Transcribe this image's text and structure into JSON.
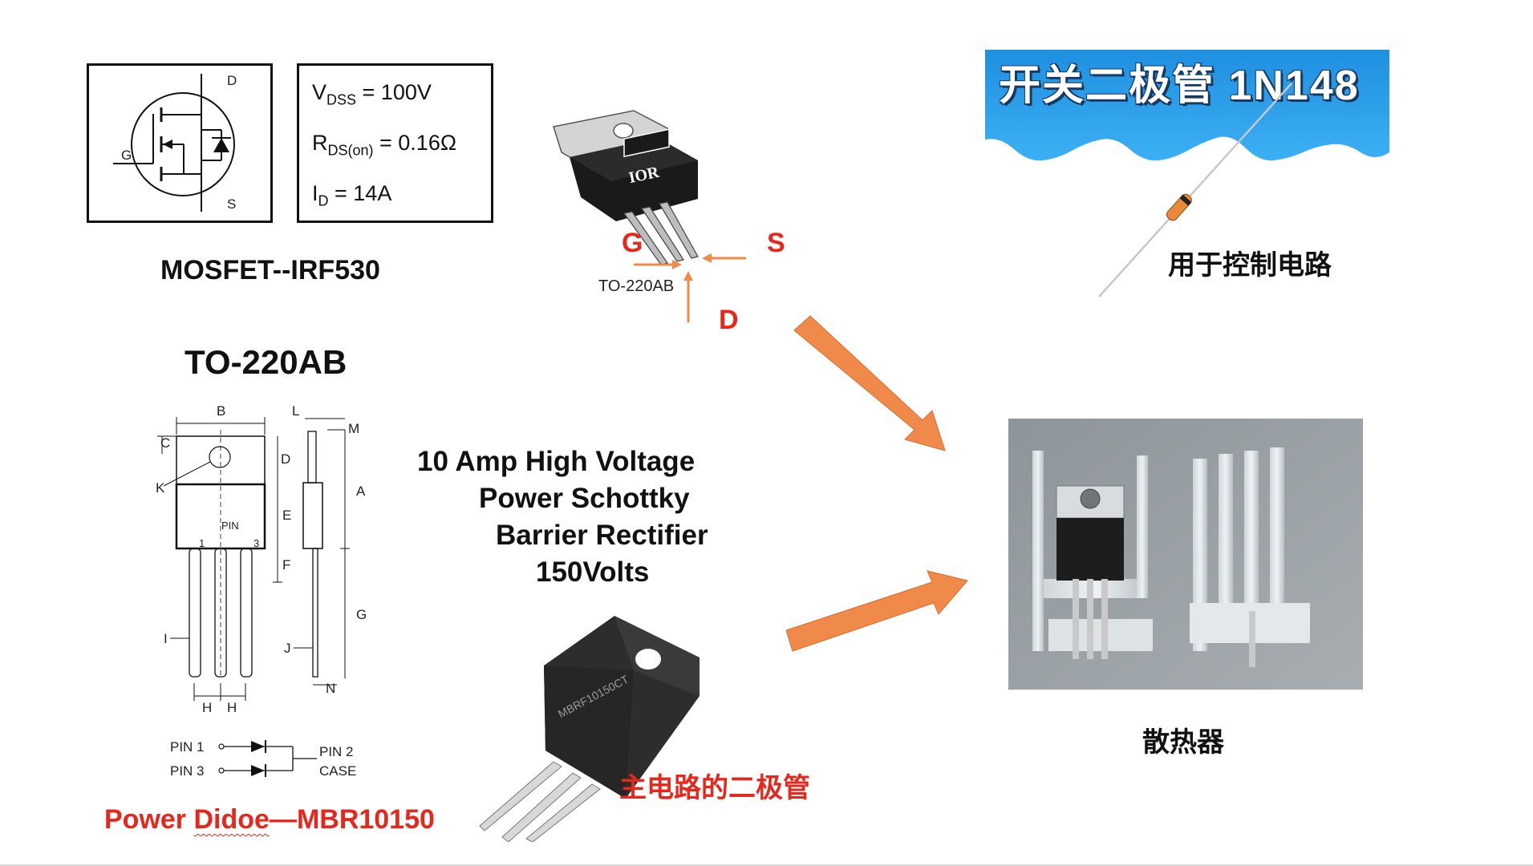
{
  "mosfet": {
    "symbol_labels": {
      "drain": "D",
      "gate": "G",
      "source": "S"
    },
    "specs": [
      {
        "sym": "V",
        "sub": "DSS",
        "rest": " = 100V"
      },
      {
        "sym": "R",
        "sub": "DS(on)",
        "rest": " = 0.16Ω"
      },
      {
        "sym": "I",
        "sub": "D",
        "rest": " = 14A"
      }
    ],
    "title": "MOSFET--IRF530"
  },
  "package_photo": {
    "logo": "IOR",
    "label": "TO-220AB",
    "pins": {
      "gate": "G",
      "source": "S",
      "drain": "D"
    }
  },
  "package_drawing": {
    "title": "TO-220AB",
    "dims": [
      "B",
      "L",
      "M",
      "C",
      "D",
      "K",
      "A",
      "E",
      "PIN",
      "1",
      "3",
      "F",
      "G",
      "I",
      "J",
      "H",
      "H",
      "N"
    ],
    "pinout": {
      "pin1": "PIN 1",
      "pin3": "PIN 3",
      "pin2": "PIN 2",
      "case": "CASE"
    },
    "caption_main": "Power ",
    "caption_misspelled": "Didoe",
    "caption_rest": "—MBR10150"
  },
  "schottky": {
    "lines": [
      "10 Amp High Voltage",
      "Power  Schottky",
      "Barrier Rectifier",
      "150Volts"
    ],
    "part_marking": "MBRF10150CT",
    "label": "主电路的二极管"
  },
  "diode_1n148": {
    "banner_title": "开关二极管  1N148",
    "label": "用于控制电路"
  },
  "heatsink": {
    "label": "散热器"
  },
  "colors": {
    "accent_red": "#e8261c",
    "arrow_orange": "#f08a4b",
    "banner_blue": "#1f8fe0"
  }
}
